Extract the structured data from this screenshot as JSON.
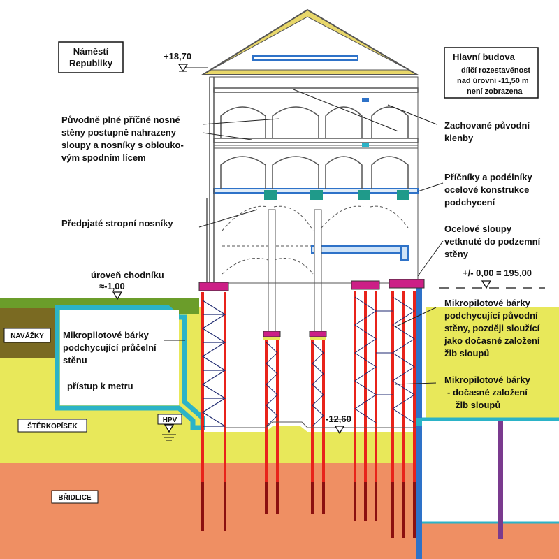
{
  "colors": {
    "gravel": "#e8e85a",
    "shale": "#ef8f63",
    "fill_layer": "#7a6a22",
    "grass": "#6b9d2a",
    "cyan": "#2bb3c7",
    "micropile": "#e8231b",
    "dark_pile": "#8b1010",
    "beam": "#1f9a8a",
    "cap": "#cc1f86",
    "blue_steel": "#2e72c8",
    "purple": "#7a3a8e",
    "roof": "#e8d76a"
  },
  "labels": {
    "square_line1": "Náměstí",
    "square_line2": "Republiky",
    "elev_top": "+18,70",
    "main_title": "Hlavní budova",
    "main_sub1": "dílčí rozestavěnost",
    "main_sub2": "nad úrovní -11,50 m",
    "main_sub3": "není zobrazena",
    "walls_1": "Původně plné příčné nosné",
    "walls_2": "stěny  postupně  nahrazeny",
    "walls_3": "sloupy a nosníky s oblouko-",
    "walls_4": "vým spodním lícem",
    "vaults_1": "Zachované původní",
    "vaults_2": "klenby",
    "crossbeams_1": "Příčníky a podélníky",
    "crossbeams_2": "ocelové  konstrukce",
    "crossbeams_3": "podchycení",
    "prestressed": "Předpjaté stropní nosníky",
    "steelcols_1": "Ocelové sloupy",
    "steelcols_2": "vetknuté do podzemní",
    "steelcols_3": "stěny",
    "datum": "+/- 0,00 = 195,00",
    "pavement_1": "úroveň chodníku",
    "pavement_2": "≈-1,00",
    "micro1_1": "Mikropilotové  bárky",
    "micro1_2": "podchycující  původní",
    "micro1_3": "stěny, později sloužící",
    "micro1_4": "jako dočasné založení",
    "micro1_5": "žlb sloupů",
    "facade_1": "Mikropilotové  bárky",
    "facade_2": "podchycující průčelní",
    "facade_3": "stěnu",
    "metro": "přístup k metru",
    "navazky": "NAVÁŽKY",
    "hpv": "HPV",
    "elev_bottom": "-12,60",
    "micro2_1": "Mikropilotové  bárky",
    "micro2_2": "- dočasné založení",
    "micro2_3": "žlb sloupů",
    "sterkopisek": "ŠTĚRKOPÍSEK",
    "bridlice": "BŘIDLICE"
  }
}
